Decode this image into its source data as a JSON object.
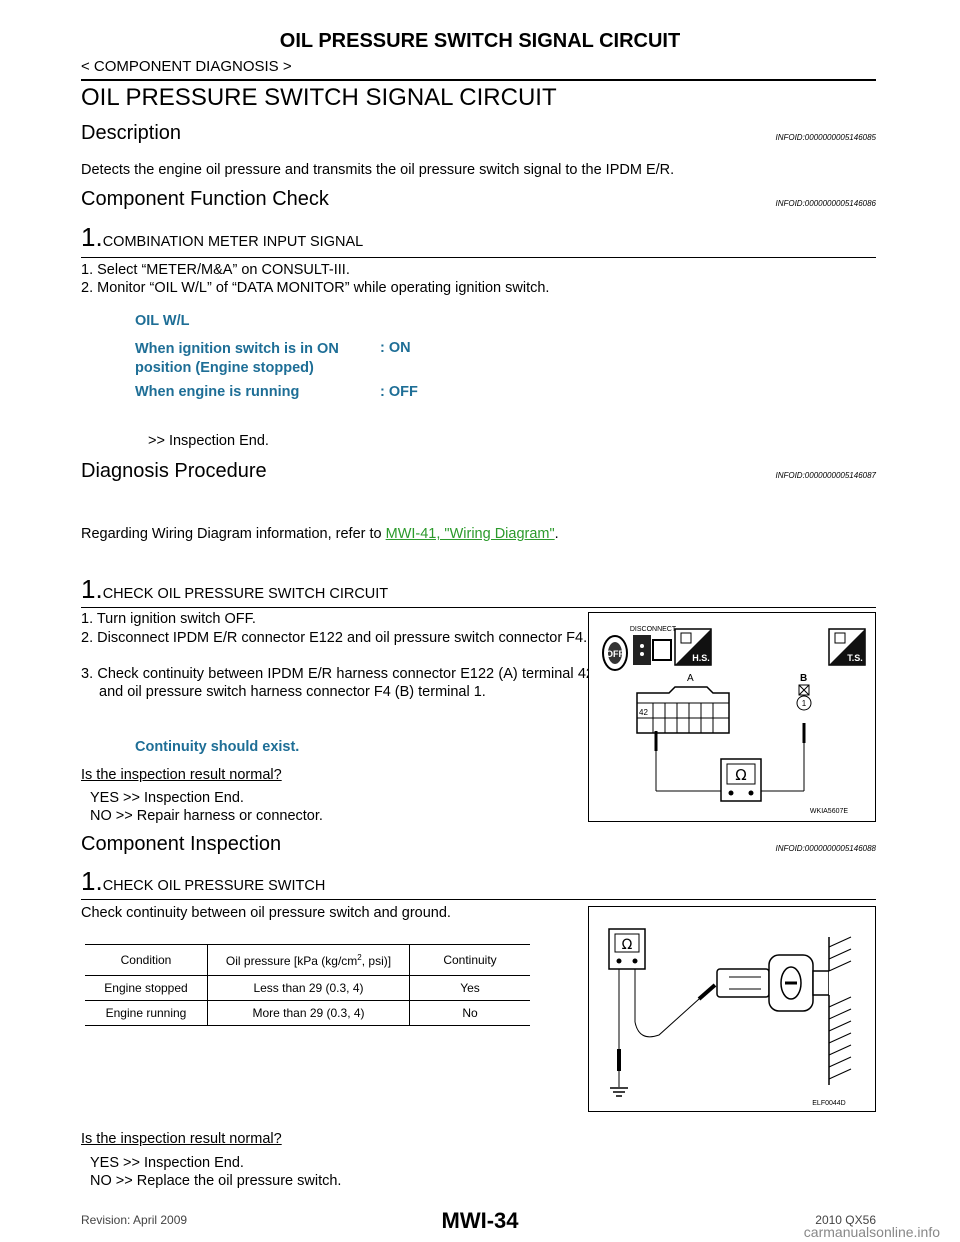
{
  "header": {
    "title": "OIL PRESSURE SWITCH SIGNAL CIRCUIT",
    "subtitle": "< COMPONENT DIAGNOSIS >"
  },
  "page_title": "OIL PRESSURE SWITCH  SIGNAL CIRCUIT",
  "description": {
    "heading": "Description",
    "infoid": "INFOID:0000000005146085",
    "text": "Detects the engine oil pressure and transmits the oil pressure switch signal to the IPDM E/R."
  },
  "function_check": {
    "heading": "Component Function Check",
    "infoid": "INFOID:0000000005146086",
    "step_num": "1.",
    "step_title": "COMBINATION METER INPUT SIGNAL",
    "items": [
      "1.  Select “METER/M&A” on CONSULT-III.",
      "2.  Monitor “OIL W/L” of “DATA MONITOR” while operating ignition switch."
    ],
    "spec_title": "OIL W/L",
    "spec_rows": [
      {
        "cond": "When ignition switch is in ON position (Engine stopped)",
        "value": ": ON"
      },
      {
        "cond": "When engine is running",
        "value": ": OFF"
      }
    ],
    "result": ">> Inspection End."
  },
  "diagnosis": {
    "heading": "Diagnosis Procedure",
    "infoid": "INFOID:0000000005146087",
    "ref_text": "Regarding Wiring Diagram information, refer to ",
    "ref_link": "MWI-41, \"Wiring Diagram\"",
    "ref_end": ".",
    "step_num": "1.",
    "step_title": "CHECK OIL PRESSURE SWITCH CIRCUIT",
    "items": [
      "1.  Turn ignition switch OFF.",
      "2.  Disconnect IPDM E/R connector E122 and oil pressure switch connector F4.",
      "3.  Check continuity between IPDM E/R harness connector E122 (A) terminal 42 and oil pressure switch harness connector F4 (B) terminal 1."
    ],
    "spec": "Continuity should exist.",
    "question": "Is the inspection result normal?",
    "yes": "YES    >> Inspection End.",
    "no": "NO      >> Repair harness or connector.",
    "figure": {
      "disconnect_label": "DISCONNECT",
      "off_label": "OFF",
      "hs_label": "H.S.",
      "ts_label": "T.S.",
      "conn_a": "A",
      "conn_b": "B",
      "term_42": "42",
      "term_1": "1",
      "ohm": "Ω",
      "code": "WKIA5607E"
    }
  },
  "component_inspection": {
    "heading": "Component Inspection",
    "infoid": "INFOID:0000000005146088",
    "step_num": "1.",
    "step_title": "CHECK OIL PRESSURE SWITCH",
    "text": "Check continuity between oil pressure switch and ground.",
    "table": {
      "headers": [
        "Condition",
        "Oil pressure [kPa (kg/cm",
        "2",
        ", psi)]",
        "Continuity"
      ],
      "rows": [
        [
          "Engine stopped",
          "Less than 29 (0.3, 4)",
          "Yes"
        ],
        [
          "Engine running",
          "More than 29 (0.3, 4)",
          "No"
        ]
      ]
    },
    "question": "Is the inspection result normal?",
    "yes": "YES    >> Inspection End.",
    "no": "NO      >> Replace the oil pressure switch.",
    "figure": {
      "ohm": "Ω",
      "code": "ELF0044D"
    }
  },
  "footer": {
    "page_code": "MWI-34",
    "revision": "Revision: April 2009",
    "model": "2010 QX56",
    "watermark": "carmanualsonline.info"
  }
}
